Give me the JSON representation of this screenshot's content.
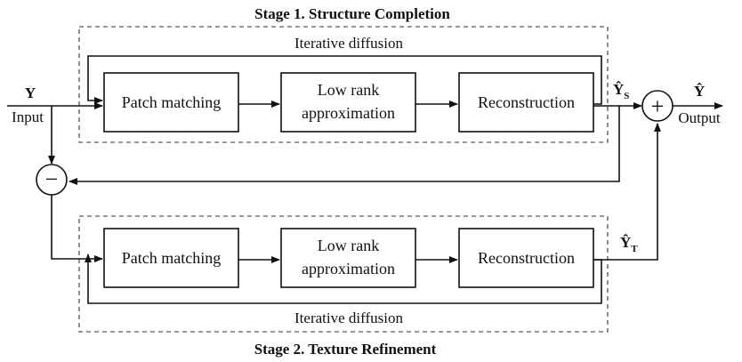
{
  "stage1": {
    "title": "Stage 1. Structure Completion",
    "loop_label": "Iterative diffusion",
    "boxes": {
      "patch": "Patch matching",
      "lowrank_line1": "Low rank",
      "lowrank_line2": "approximation",
      "recon": "Reconstruction"
    },
    "output_symbol": "Ŷ",
    "output_subscript": "S"
  },
  "stage2": {
    "title": "Stage 2. Texture Refinement",
    "loop_label": "Iterative diffusion",
    "boxes": {
      "patch": "Patch matching",
      "lowrank_line1": "Low rank",
      "lowrank_line2": "approximation",
      "recon": "Reconstruction"
    },
    "output_symbol": "Ŷ",
    "output_subscript": "T"
  },
  "input": {
    "symbol": "Y",
    "label": "Input"
  },
  "output": {
    "symbol": "Ŷ",
    "label": "Output"
  },
  "operators": {
    "add": "+",
    "subtract": "−"
  }
}
